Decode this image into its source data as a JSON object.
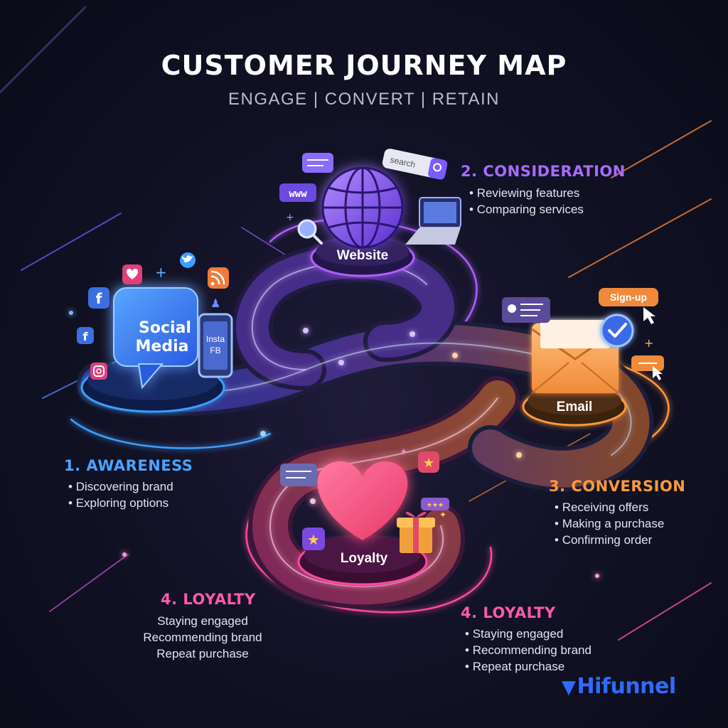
{
  "header": {
    "title": "CUSTOMER JOURNEY MAP",
    "subtitle": "ENGAGE | CONVERT | RETAIN"
  },
  "stages": [
    {
      "heading": "1. AWARENESS",
      "color": "#4aa3ff",
      "points": [
        "Discovering brand",
        "Exploring options"
      ]
    },
    {
      "heading": "2. CONSIDERATION",
      "color": "#a86bff",
      "points": [
        "Reviewing features",
        "Comparing services"
      ]
    },
    {
      "heading": "3. CONVERSION",
      "color": "#ff9a3c",
      "points": [
        "Receiving offers",
        "Making a purchase",
        "Confirming order"
      ]
    },
    {
      "heading": "4. LOYALTY",
      "color": "#ff5aa8",
      "points": [
        "Staying engaged",
        "Recommending brand",
        "Repeat purchase"
      ]
    },
    {
      "heading": "4. LOYALTY",
      "color": "#ff5aa8",
      "points": [
        "Staying engaged",
        "Recommending brand",
        "Repeat purchase"
      ]
    }
  ],
  "hubs": {
    "social": {
      "label": "Social Media",
      "phone_text": "Insta FB",
      "label_line1": "Social",
      "label_line2": "Media",
      "phone_line1": "Insta",
      "phone_line2": "FB"
    },
    "website": {
      "label": "Website",
      "search_text": "search",
      "www_text": "www"
    },
    "email": {
      "label": "Email",
      "signup_text": "Sign-up"
    },
    "loyalty": {
      "label": "Loyalty"
    }
  },
  "brand": {
    "name": "Hifunnel"
  },
  "icons": [
    "facebook-icon",
    "instagram-icon",
    "twitter-icon",
    "heart-icon",
    "rss-icon",
    "globe-icon",
    "magnifier-icon",
    "laptop-icon",
    "envelope-icon",
    "checkmark-badge-icon",
    "cursor-icon",
    "star-icon",
    "gift-icon",
    "chat-bubble-icon"
  ]
}
